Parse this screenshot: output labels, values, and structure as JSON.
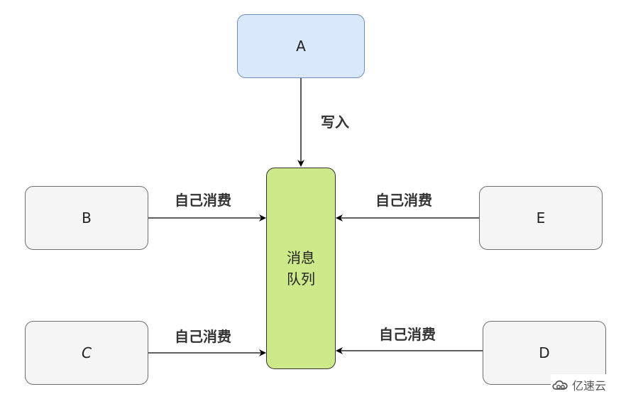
{
  "nodes": {
    "a": "A",
    "b": "B",
    "c": "C",
    "d": "D",
    "e": "E",
    "queue_line1": "消息",
    "queue_line2": "队列"
  },
  "edges": {
    "a_to_queue": "写入",
    "b_to_queue": "自己消费",
    "c_to_queue": "自己消费",
    "e_to_queue": "自己消费",
    "d_to_queue": "自己消费"
  },
  "watermark": {
    "text": "亿速云",
    "icon": "cloud-logo-icon"
  }
}
